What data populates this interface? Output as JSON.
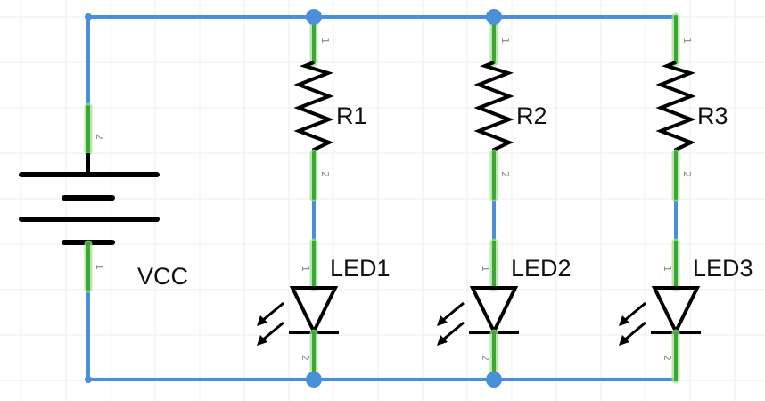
{
  "source": {
    "label": "VCC",
    "pins": [
      "2",
      "1"
    ]
  },
  "branches": [
    {
      "resistor": "R1",
      "led": "LED1",
      "resistor_pins": [
        "1",
        "2"
      ],
      "led_pins": [
        "1",
        "2"
      ]
    },
    {
      "resistor": "R2",
      "led": "LED2",
      "resistor_pins": [
        "1",
        "2"
      ],
      "led_pins": [
        "1",
        "2"
      ]
    },
    {
      "resistor": "R3",
      "led": "LED3",
      "resistor_pins": [
        "1",
        "2"
      ],
      "led_pins": [
        "1",
        "2"
      ]
    }
  ],
  "colors": {
    "wire": "#4a90d9",
    "pin": "#3fa535",
    "pin_glow": "#9be38f",
    "grid": "#ececec"
  }
}
